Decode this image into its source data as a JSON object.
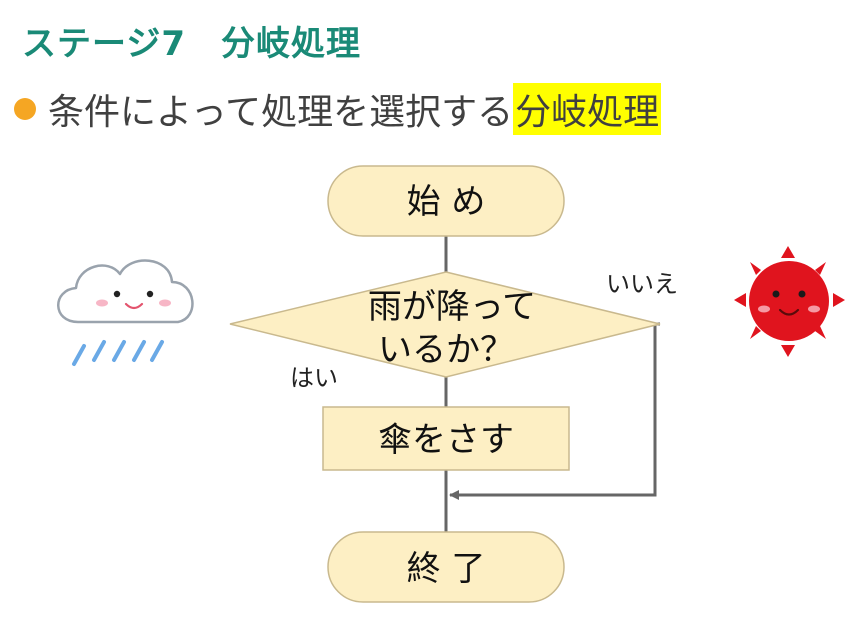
{
  "title": "ステージ7　分岐処理",
  "bullet": {
    "text": "条件によって処理を選択する",
    "highlight": "分岐処理"
  },
  "flowchart": {
    "start": "始 め",
    "condition_line1": "雨が降って",
    "condition_line2": "いるか？",
    "yes_label": "はい",
    "no_label": "いいえ",
    "process": "傘をさす",
    "end": "終 了"
  },
  "colors": {
    "title": "#1a8a77",
    "bullet": "#f5a623",
    "highlight": "#ffff00",
    "node_fill": "#fdefc4",
    "node_stroke": "#c9b98e",
    "connector": "#666666",
    "sun": "#e0141e"
  },
  "icons": [
    "rain-cloud-icon",
    "sun-icon"
  ]
}
